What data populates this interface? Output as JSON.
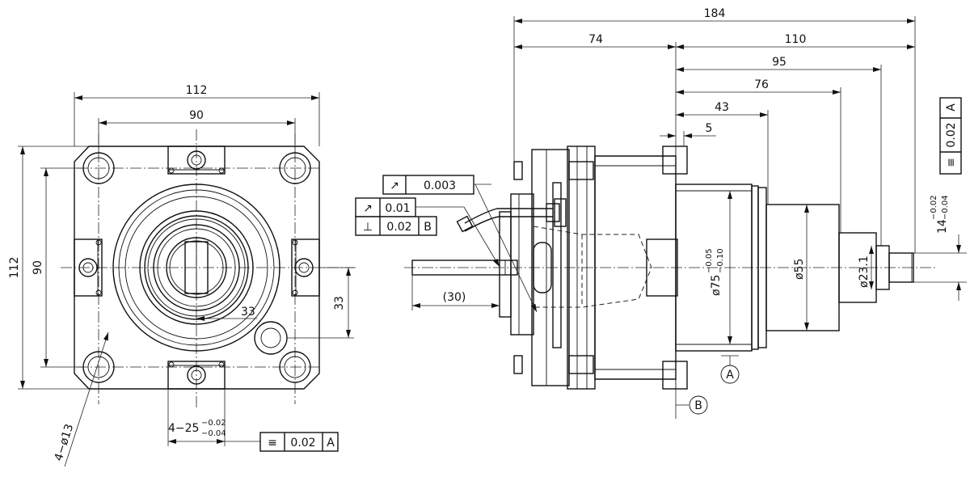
{
  "front_view": {
    "dim_overall_width": "112",
    "dim_hole_spacing_x": "90",
    "dim_overall_height": "112",
    "dim_hole_spacing_y": "90",
    "dim_small_offset": "33",
    "dim_offset_vertical": "33",
    "hole_callout": "4−ø13",
    "slot_width_callout": "4−25",
    "slot_tol_upper": "−0.02",
    "slot_tol_lower": "−0.04",
    "fcf_symmetry_symbol": "≡",
    "fcf_symmetry_value": "0.02",
    "fcf_symmetry_datum": "A"
  },
  "side_view": {
    "dim_total_length": "184",
    "dim_flange_to_ref": "74",
    "dim_ref_to_end": "110",
    "dim_95": "95",
    "dim_76": "76",
    "dim_43": "43",
    "dim_5": "5",
    "dim_shank_length": "(30)",
    "dia_body": "ø75",
    "dia_body_tol_upper": "−0.05",
    "dia_body_tol_lower": "−0.10",
    "dia_mid": "ø55",
    "dia_shaft": "ø23.1",
    "key_width": "14",
    "key_tol_upper": "−0.02",
    "key_tol_lower": "−0.04",
    "fcf_runout_total_symbol": "↗",
    "fcf_runout_total_value": "0.003",
    "fcf_runout_symbol": "↗",
    "fcf_runout_value": "0.01",
    "fcf_perp_symbol": "⊥",
    "fcf_perp_value": "0.02",
    "fcf_perp_datum": "B",
    "fcf_key_symbol": "≡",
    "fcf_key_value": "0.02",
    "fcf_key_datum": "A",
    "datum_a": "A",
    "datum_b": "B"
  }
}
